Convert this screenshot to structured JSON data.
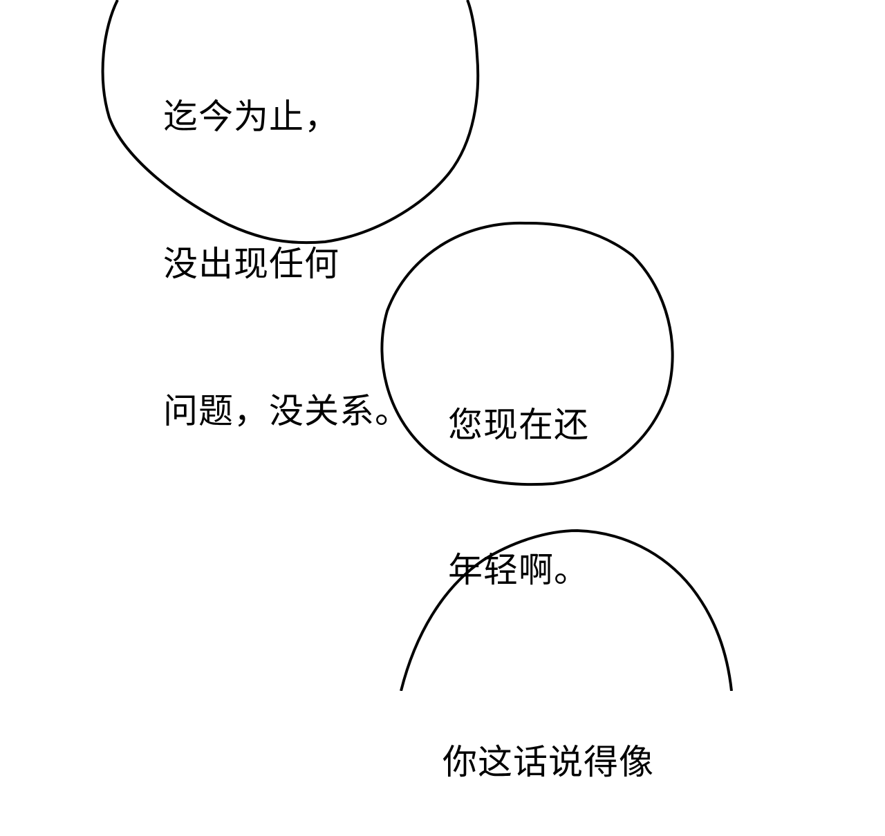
{
  "bubbles": [
    {
      "lines": [
        "迄今为止，",
        "没出现任何",
        "问题，没关系。"
      ]
    },
    {
      "lines": [
        "您现在还",
        "年轻啊。"
      ]
    },
    {
      "lines": [
        "你这话说得像"
      ]
    }
  ],
  "colors": {
    "background": "#ffffff",
    "stroke": "#000000",
    "text": "#000000"
  }
}
